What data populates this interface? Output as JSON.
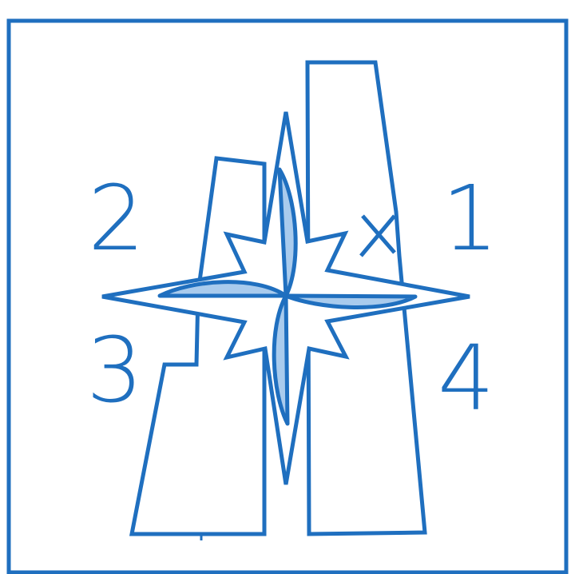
{
  "colors": {
    "stroke": "#1f6fbf",
    "fill_light": "#a9cbed",
    "background": "#ffffff"
  },
  "labels": {
    "top_right": "1",
    "top_left": "2",
    "bottom_left": "3",
    "bottom_right": "4"
  },
  "icons": {
    "compass": "compass-star-icon",
    "cross": "x-mark-icon"
  }
}
